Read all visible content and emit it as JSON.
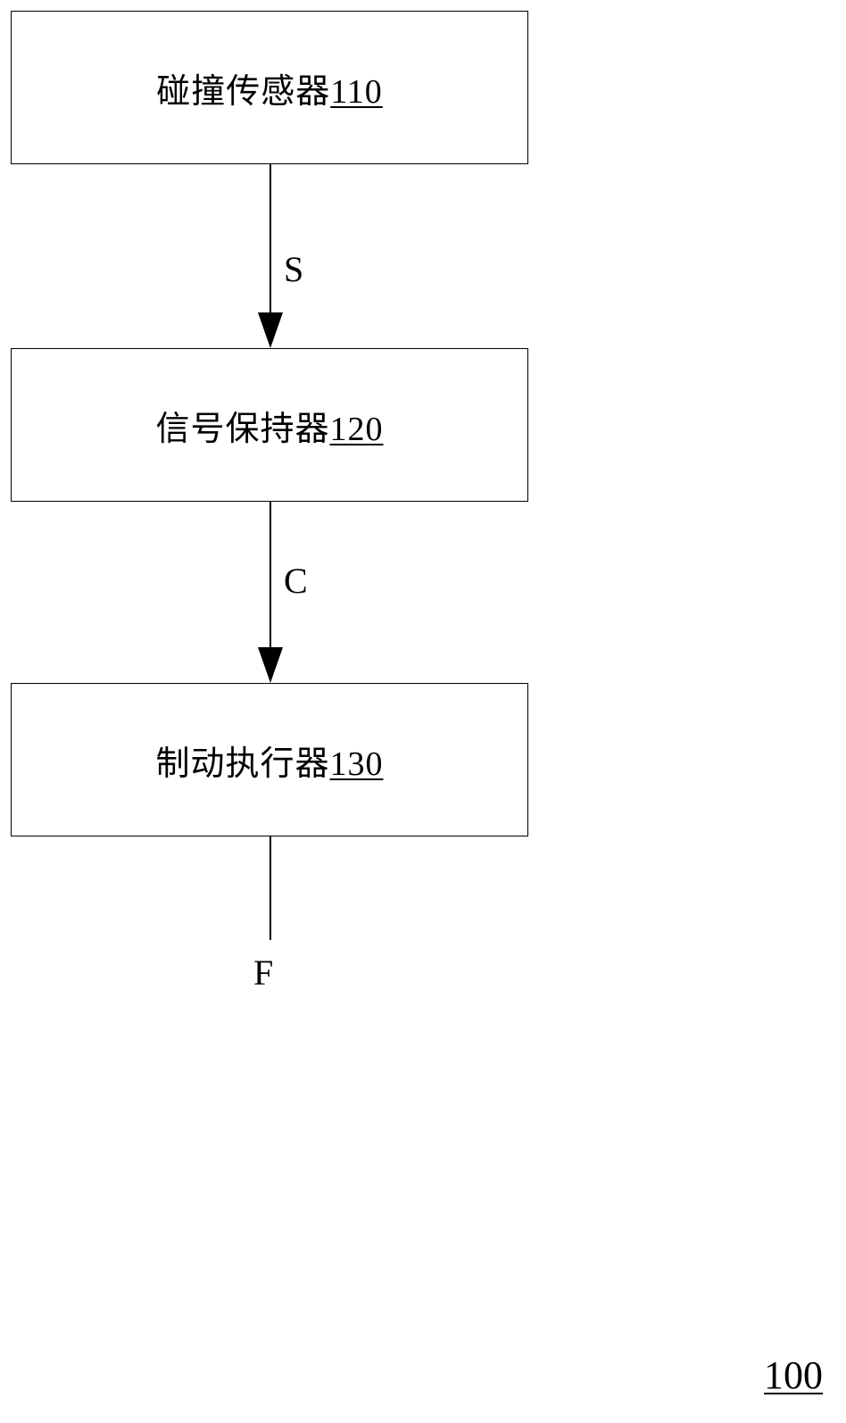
{
  "blocks": [
    {
      "text": "碰撞传感器",
      "ref": "110"
    },
    {
      "text": "信号保持器",
      "ref": "120"
    },
    {
      "text": "制动执行器",
      "ref": "130"
    }
  ],
  "signals": {
    "s": "S",
    "c": "C",
    "f": "F"
  },
  "figure_number": "100"
}
